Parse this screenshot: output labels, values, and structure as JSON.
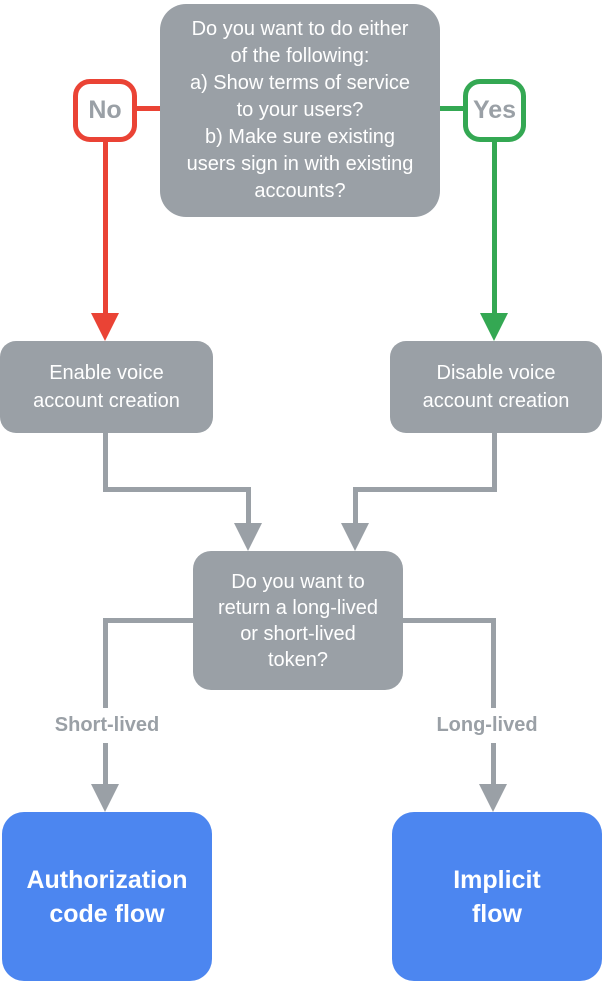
{
  "colors": {
    "gray": "#9AA0A6",
    "red": "#EA4335",
    "green": "#34A853",
    "blue": "#4C86F0",
    "white": "#FFFFFF"
  },
  "nodes": {
    "question_start": "Do you want to do either\nof the following:\na) Show terms of service\nto your users?\nb) Make sure existing\nusers sign in with existing\naccounts?",
    "answer_no": "No",
    "answer_yes": "Yes",
    "enable_voice": "Enable voice\naccount creation",
    "disable_voice": "Disable voice\naccount creation",
    "question_token": "Do you want to\nreturn a long-lived\nor short-lived\ntoken?",
    "label_short_lived": "Short-lived",
    "label_long_lived": "Long-lived",
    "terminal_auth_code": "Authorization\ncode flow",
    "terminal_implicit": "Implicit\nflow"
  }
}
